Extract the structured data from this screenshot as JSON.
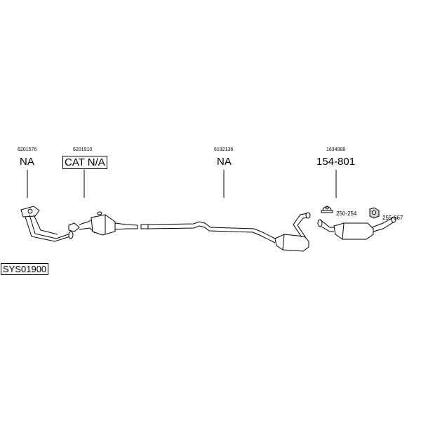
{
  "system_code": "SYS01900",
  "parts": [
    {
      "code": "6201576",
      "ref": "NA"
    },
    {
      "code": "6201910",
      "ref": "CAT N/A"
    },
    {
      "code": "6192136",
      "ref": "NA"
    },
    {
      "code": "1634988",
      "ref": "154-801"
    }
  ],
  "accessories": [
    {
      "ref": "250-254"
    },
    {
      "ref": "255-667"
    }
  ]
}
